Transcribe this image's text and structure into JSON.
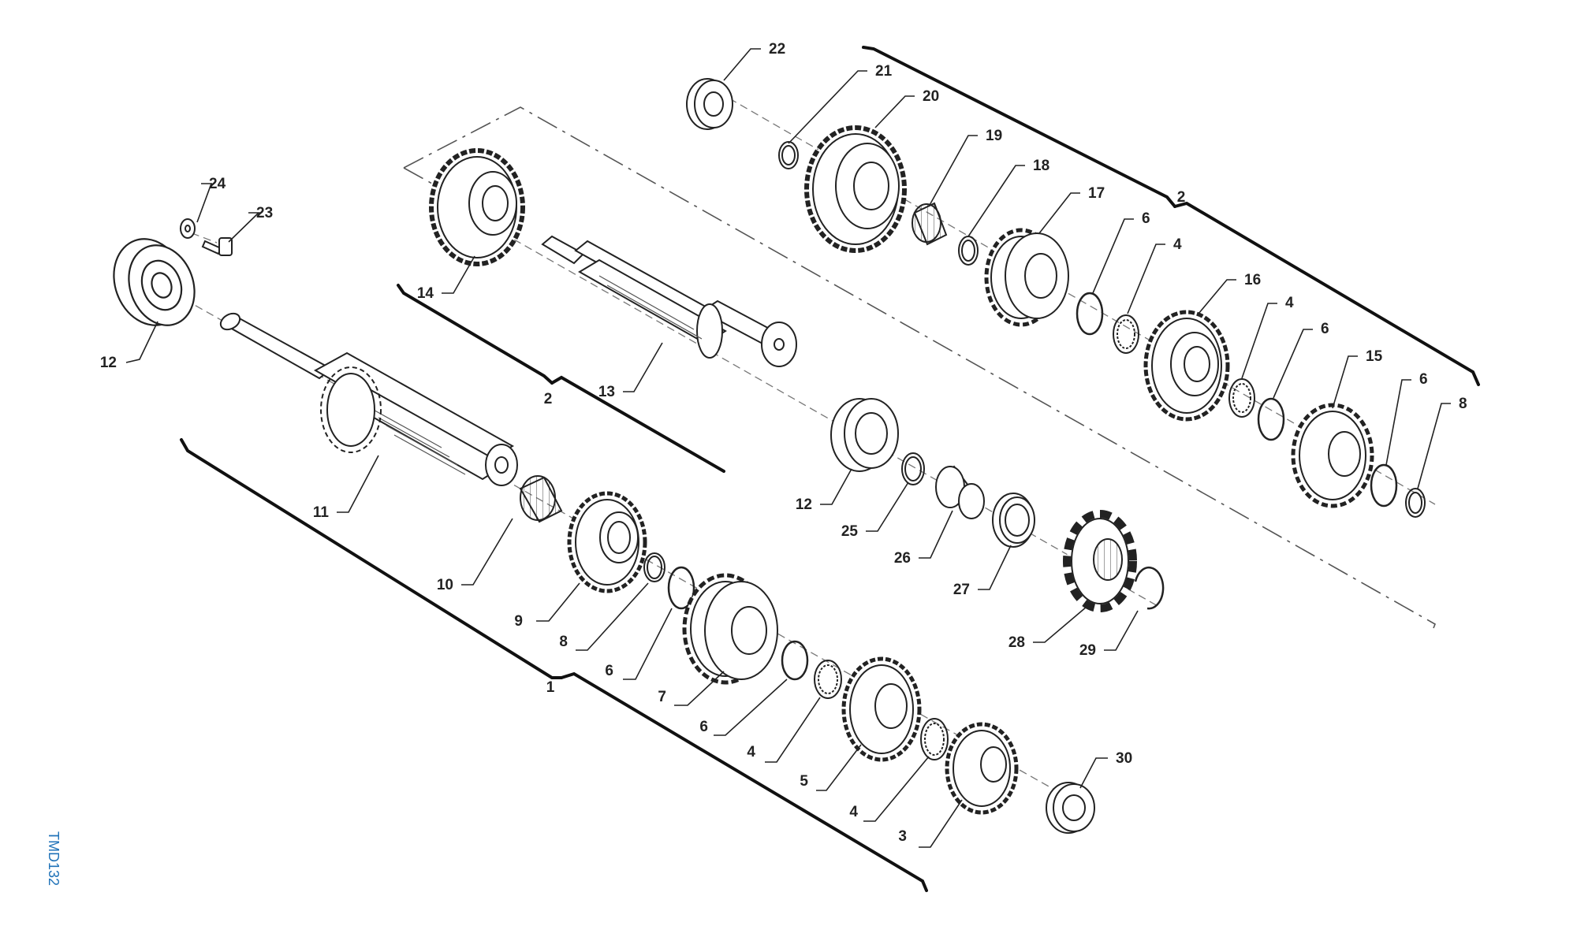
{
  "diagram": {
    "ref_code": "TMD132",
    "group_labels": {
      "primary_shaft_group": "1",
      "secondary_shaft_group": "2"
    },
    "callouts": [
      {
        "id": "c1",
        "label": "1"
      },
      {
        "id": "c2a",
        "label": "2"
      },
      {
        "id": "c2b",
        "label": "2"
      },
      {
        "id": "c3",
        "label": "3"
      },
      {
        "id": "c4a",
        "label": "4"
      },
      {
        "id": "c4b",
        "label": "4"
      },
      {
        "id": "c4c",
        "label": "4"
      },
      {
        "id": "c4d",
        "label": "4"
      },
      {
        "id": "c5",
        "label": "5"
      },
      {
        "id": "c6a",
        "label": "6"
      },
      {
        "id": "c6b",
        "label": "6"
      },
      {
        "id": "c6c",
        "label": "6"
      },
      {
        "id": "c6d",
        "label": "6"
      },
      {
        "id": "c6e",
        "label": "6"
      },
      {
        "id": "c7",
        "label": "7"
      },
      {
        "id": "c8a",
        "label": "8"
      },
      {
        "id": "c8b",
        "label": "8"
      },
      {
        "id": "c9",
        "label": "9"
      },
      {
        "id": "c10",
        "label": "10"
      },
      {
        "id": "c11",
        "label": "11"
      },
      {
        "id": "c12a",
        "label": "12"
      },
      {
        "id": "c12b",
        "label": "12"
      },
      {
        "id": "c13",
        "label": "13"
      },
      {
        "id": "c14",
        "label": "14"
      },
      {
        "id": "c15",
        "label": "15"
      },
      {
        "id": "c16",
        "label": "16"
      },
      {
        "id": "c17",
        "label": "17"
      },
      {
        "id": "c18",
        "label": "18"
      },
      {
        "id": "c19",
        "label": "19"
      },
      {
        "id": "c20",
        "label": "20"
      },
      {
        "id": "c21",
        "label": "21"
      },
      {
        "id": "c22",
        "label": "22"
      },
      {
        "id": "c23",
        "label": "23"
      },
      {
        "id": "c24",
        "label": "24"
      },
      {
        "id": "c25",
        "label": "25"
      },
      {
        "id": "c26",
        "label": "26"
      },
      {
        "id": "c27",
        "label": "27"
      },
      {
        "id": "c28",
        "label": "28"
      },
      {
        "id": "c29",
        "label": "29"
      },
      {
        "id": "c30",
        "label": "30"
      }
    ]
  }
}
